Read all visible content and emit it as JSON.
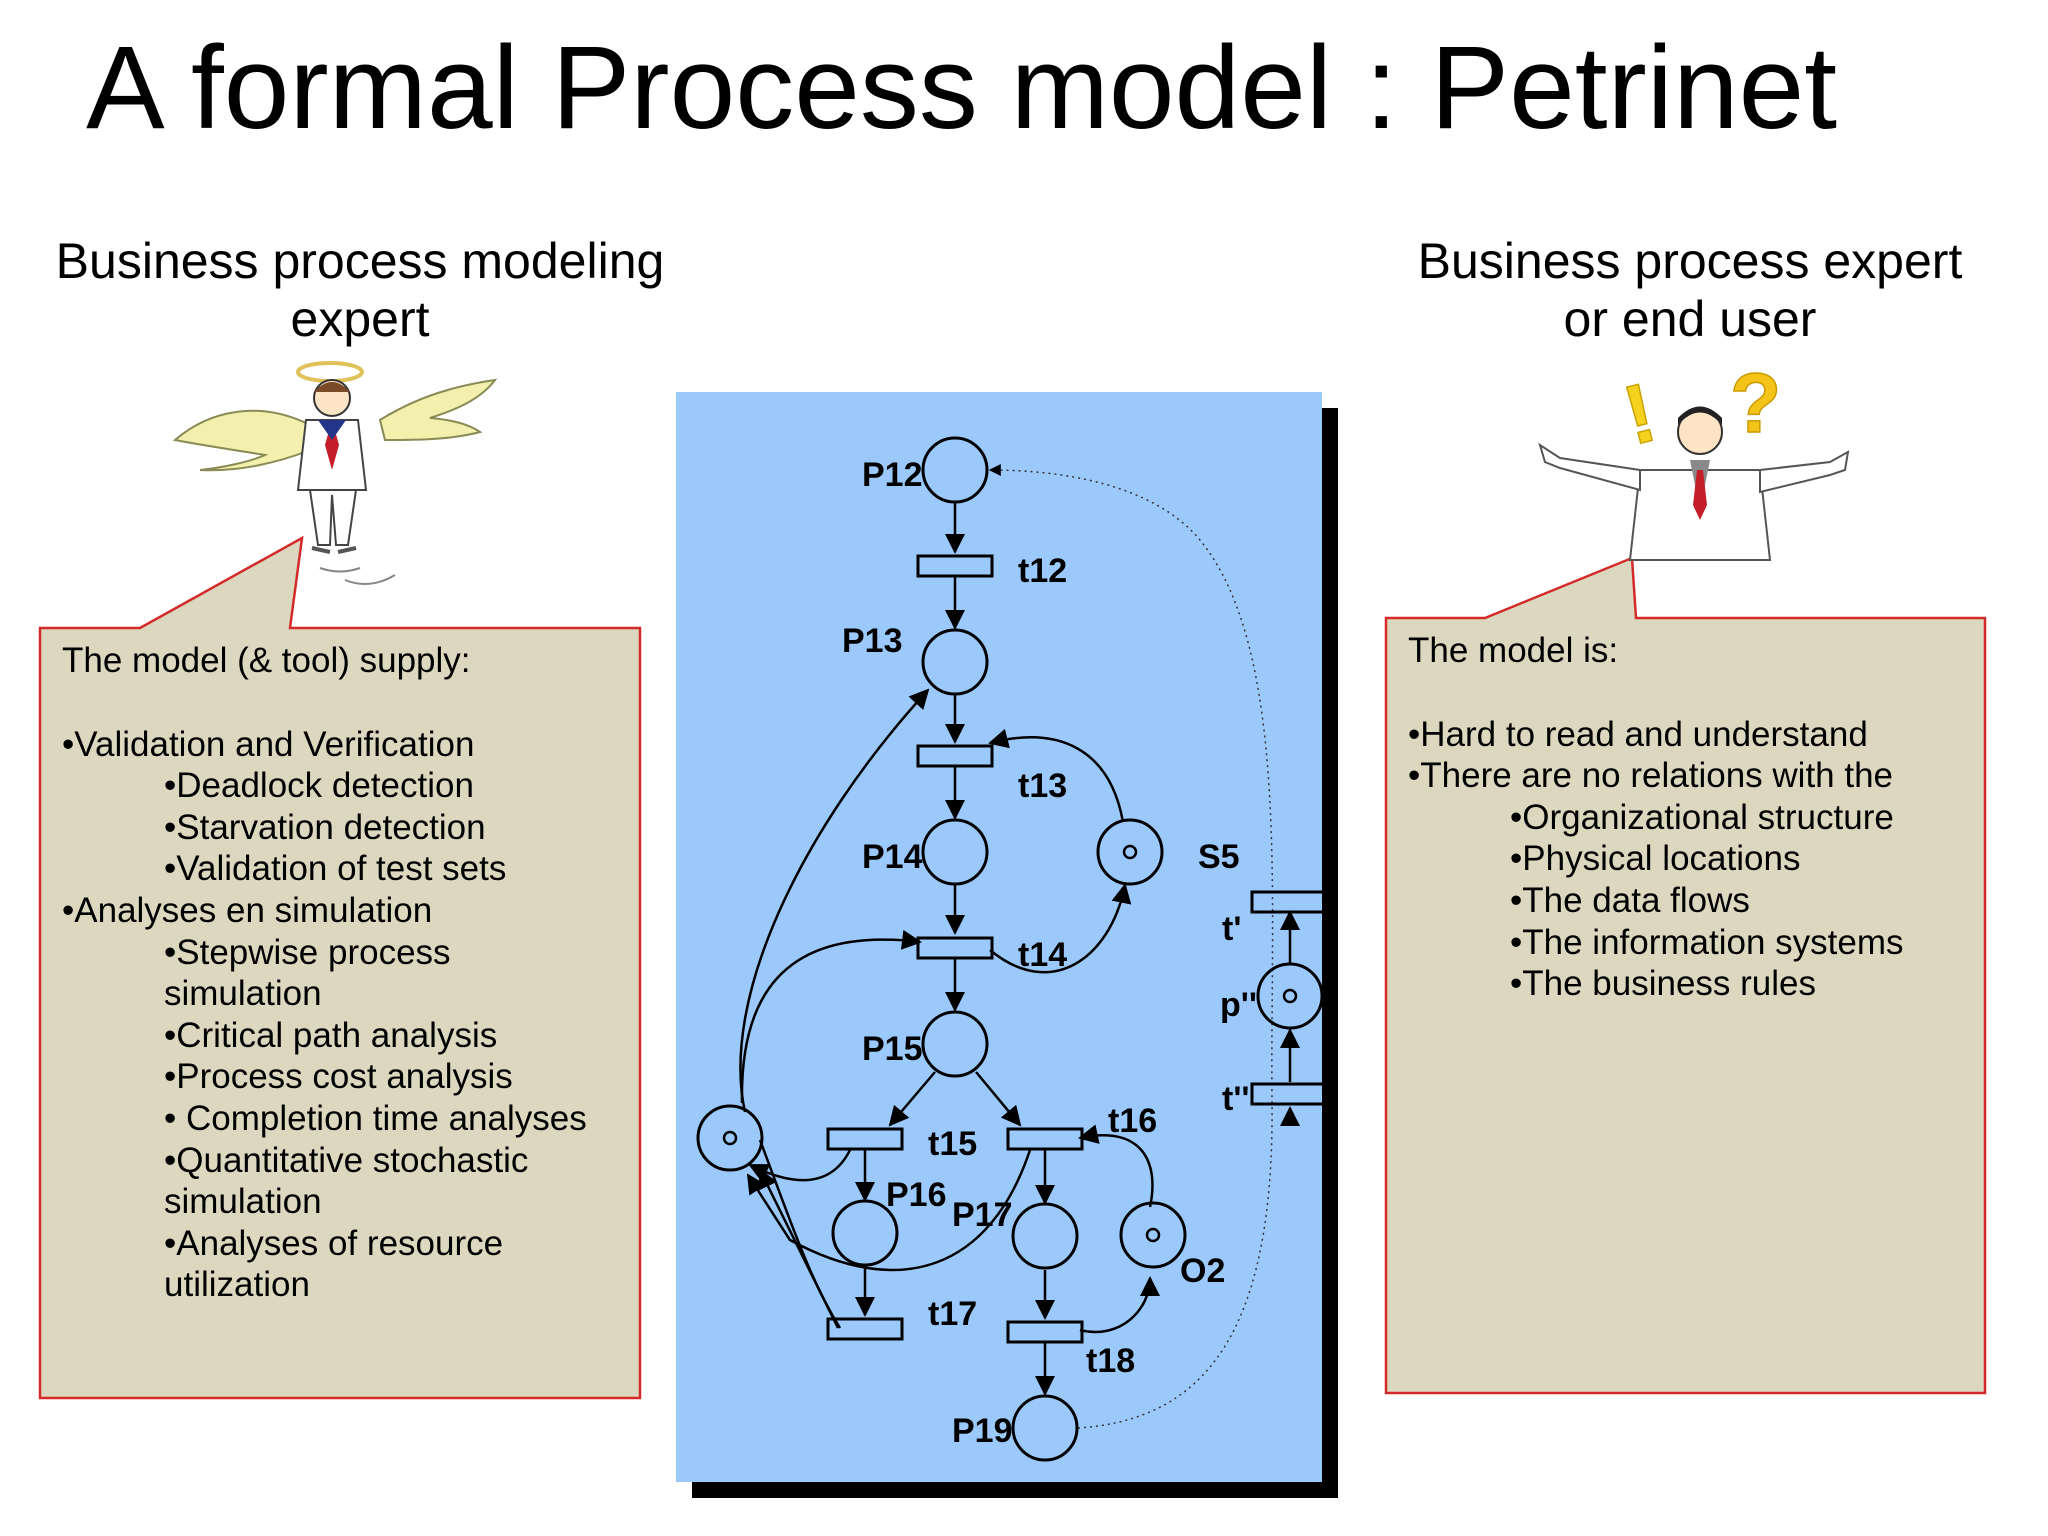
{
  "title": "A formal Process model : Petrinet",
  "left": {
    "heading_line1": "Business process modeling",
    "heading_line2": "expert",
    "box_title": "The model (& tool) supply:",
    "items": [
      {
        "text": "•Validation and Verification",
        "level": 0
      },
      {
        "text": "•Deadlock detection",
        "level": 1
      },
      {
        "text": "•Starvation detection",
        "level": 1
      },
      {
        "text": "•Validation of test sets",
        "level": 1
      },
      {
        "text": "•Analyses en simulation",
        "level": 0
      },
      {
        "text": "•Stepwise process simulation",
        "level": 1
      },
      {
        "text": "•Critical path analysis",
        "level": 1
      },
      {
        "text": "•Process cost analysis",
        "level": 1
      },
      {
        "text": "• Completion time analyses",
        "level": 1
      },
      {
        "text": "•Quantitative stochastic simulation",
        "level": 1
      },
      {
        "text": "•Analyses of resource utilization",
        "level": 1
      }
    ]
  },
  "right": {
    "heading_line1": "Business process expert",
    "heading_line2": "or end user",
    "box_title": "The model is:",
    "items": [
      {
        "text": "•Hard to read and understand",
        "level": 0
      },
      {
        "text": "•There are no relations with the",
        "level": 0
      },
      {
        "text": "•Organizational structure",
        "level": 1
      },
      {
        "text": "•Physical locations",
        "level": 1
      },
      {
        "text": "•The data flows",
        "level": 1
      },
      {
        "text": "•The information systems",
        "level": 1
      },
      {
        "text": "•The business rules",
        "level": 1
      }
    ]
  },
  "petrinet": {
    "places": [
      "P12",
      "P13",
      "P14",
      "P15",
      "P16",
      "P17",
      "P19",
      "S5",
      "O2",
      "p''"
    ],
    "transitions": [
      "t12",
      "t13",
      "t14",
      "t15",
      "t16",
      "t17",
      "t18",
      "t'",
      "t''"
    ]
  },
  "icons": {
    "angel": "angel-businessman-icon",
    "confused": "confused-businessman-icon",
    "exclamation": "!",
    "question": "?"
  },
  "colors": {
    "box_fill": "#dcd8c0",
    "box_border": "#d42a2a",
    "diagram_bg": "#9cc9fc",
    "diagram_shadow": "#000000",
    "exclamation": "#f5d21e",
    "question": "#f5c419"
  }
}
